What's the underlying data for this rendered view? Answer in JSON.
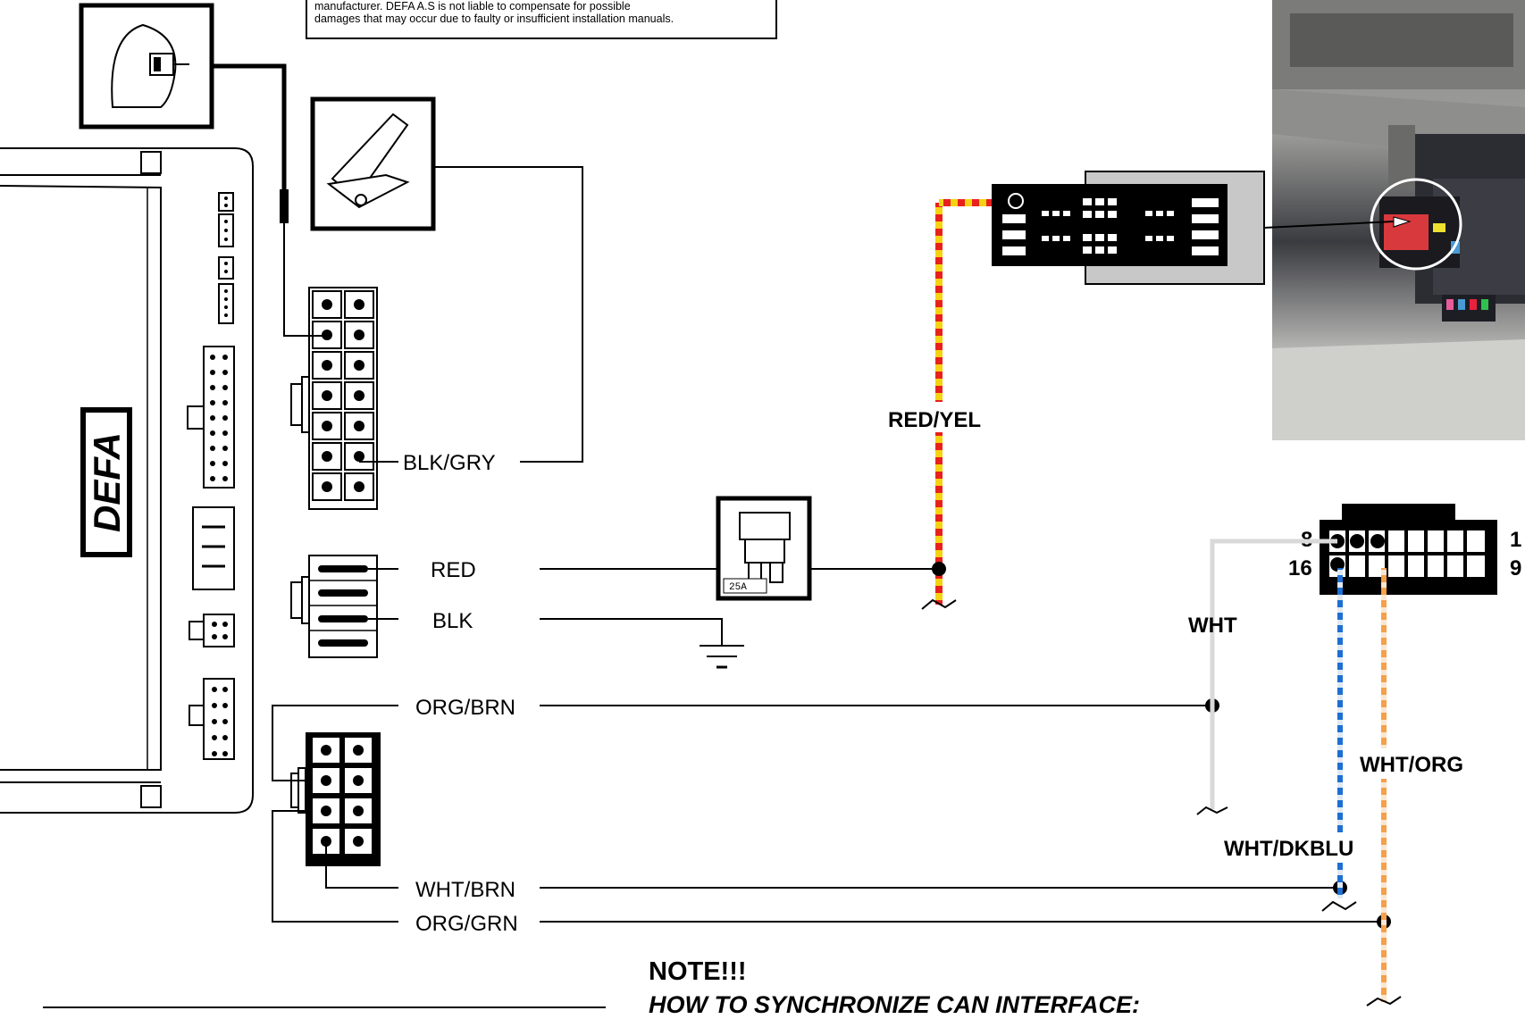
{
  "disclaimer": {
    "line1": "manufacturer. DEFA A.S is not liable to compensate  for possible",
    "line2": "damages that may occur due to faulty or insufficient installation manuals."
  },
  "module": {
    "brand": "DEFA"
  },
  "wires": {
    "blk_gry": "BLK/GRY",
    "red": "RED",
    "blk": "BLK",
    "org_brn": "ORG/BRN",
    "wht_brn": "WHT/BRN",
    "org_grn": "ORG/GRN",
    "red_yel": "RED/YEL",
    "wht": "WHT",
    "wht_org": "WHT/ORG",
    "wht_dkblu": "WHT/DKBLU"
  },
  "fuse": {
    "rating": "25A"
  },
  "connector_pins": {
    "p8": "8",
    "p1": "1",
    "p16": "16",
    "p9": "9"
  },
  "note": {
    "title": "NOTE!!!",
    "subtitle": "HOW TO SYNCHRONIZE CAN INTERFACE:"
  },
  "colors": {
    "red": "#e8211d",
    "yellow": "#f5d312",
    "blue": "#1e6fd1",
    "orange": "#f5a04a",
    "white_wire": "#d9d9d9",
    "connector_gray": "#c8c8c8"
  },
  "icons": [
    "ignition-key-icon",
    "hood-switch-icon",
    "blade-fuse-icon",
    "ground-icon",
    "fuse-box-photo"
  ]
}
